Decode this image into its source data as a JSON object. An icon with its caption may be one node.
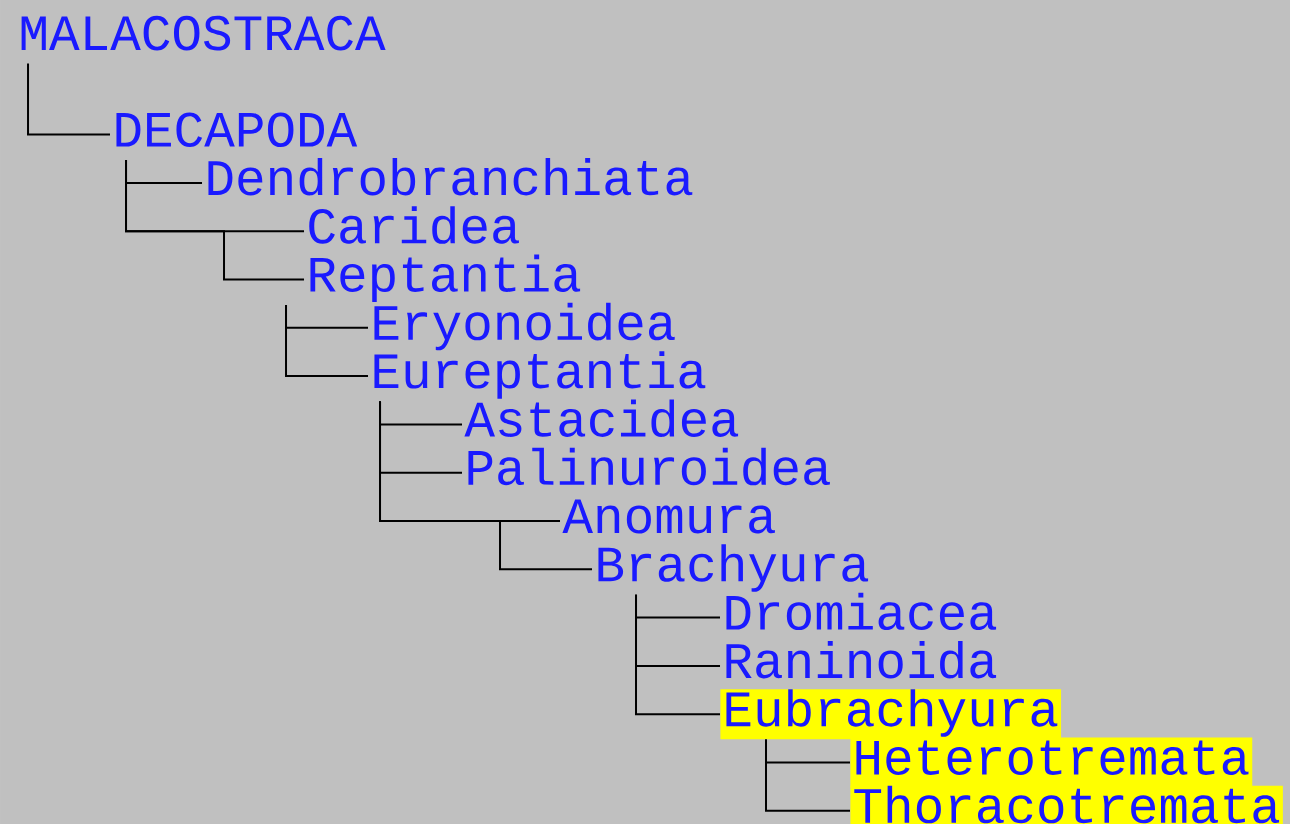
{
  "diagram": {
    "nodes": [
      {
        "text": [
          "MALACOSTRACA"
        ]
      },
      {
        "text": [
          "DECAPODA"
        ]
      },
      {
        "text": [
          "Dendrobranchiata"
        ]
      },
      {
        "text": [
          "Caridea"
        ]
      },
      {
        "text": [
          "Reptantia"
        ]
      },
      {
        "text": [
          "Eryonoidea"
        ]
      },
      {
        "text": [
          "Eureptantia"
        ]
      },
      {
        "text": [
          "Astacidea"
        ]
      },
      {
        "text": [
          "Palinuroidea"
        ]
      },
      {
        "text": [
          "Anomura"
        ]
      },
      {
        "text": [
          "Brachyura"
        ]
      },
      {
        "text": [
          "Dromiacea"
        ]
      },
      {
        "text": [
          "Raninoida"
        ]
      },
      {
        "text": [
          "Eubrachyura"
        ]
      },
      {
        "text": [
          "Heterotremata"
        ]
      },
      {
        "text": [
          "Thoracotremata"
        ]
      }
    ],
    "edges": [
      {
        "from": 0,
        "to": 1,
        "arrow": "none"
      },
      {
        "from": 1,
        "to": 2,
        "arrow": "none"
      },
      {
        "from": 1,
        "to": 3,
        "arrow": "none"
      },
      {
        "from": 1,
        "to": 4,
        "arrow": "none"
      },
      {
        "from": 4,
        "to": 5,
        "arrow": "none"
      },
      {
        "from": 4,
        "to": 6,
        "arrow": "none"
      },
      {
        "from": 6,
        "to": 7,
        "arrow": "none"
      },
      {
        "from": 6,
        "to": 8,
        "arrow": "none"
      },
      {
        "from": 6,
        "to": 9,
        "arrow": "none"
      },
      {
        "from": 6,
        "to": 10,
        "arrow": "none"
      },
      {
        "from": 10,
        "to": 11,
        "arrow": "none"
      },
      {
        "from": 10,
        "to": 12,
        "arrow": "none"
      },
      {
        "from": 10,
        "to": 13,
        "arrow": "none"
      },
      {
        "from": 13,
        "to": 14,
        "arrow": "none"
      },
      {
        "from": 13,
        "to": 15,
        "arrow": "none"
      }
    ]
  }
}
